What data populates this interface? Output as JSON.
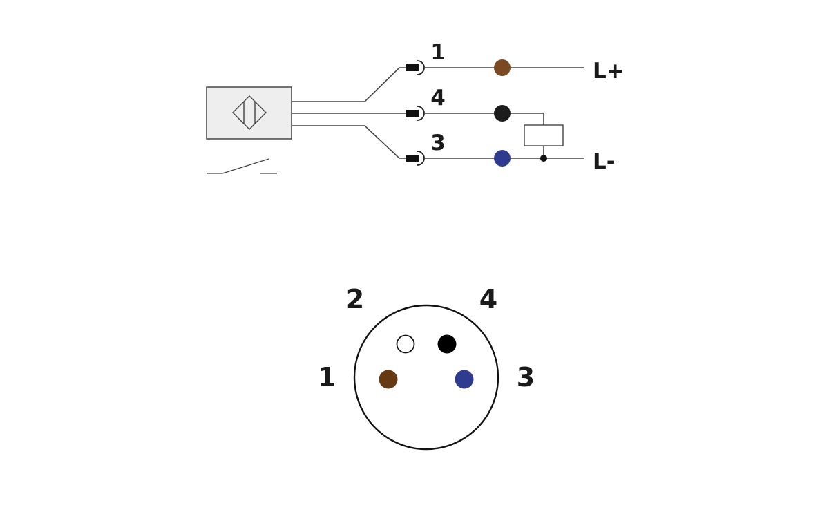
{
  "wiring": {
    "wires": [
      {
        "pin": "1",
        "color": "#7a4a22",
        "supply": "L+"
      },
      {
        "pin": "4",
        "color": "#1c1c1c",
        "supply": ""
      },
      {
        "pin": "3",
        "color": "#2f3b8f",
        "supply": "L-"
      }
    ],
    "sensor_icon": "inductive-sensor-diamond-icon",
    "switch_icon": "normally-open-switch-icon",
    "load_icon": "load-resistor-icon"
  },
  "connector": {
    "pins": [
      {
        "pin": "2",
        "color": "#ffffff"
      },
      {
        "pin": "4",
        "color": "#000000"
      },
      {
        "pin": "1",
        "color": "#653a12"
      },
      {
        "pin": "3",
        "color": "#2f3b8f"
      }
    ]
  }
}
